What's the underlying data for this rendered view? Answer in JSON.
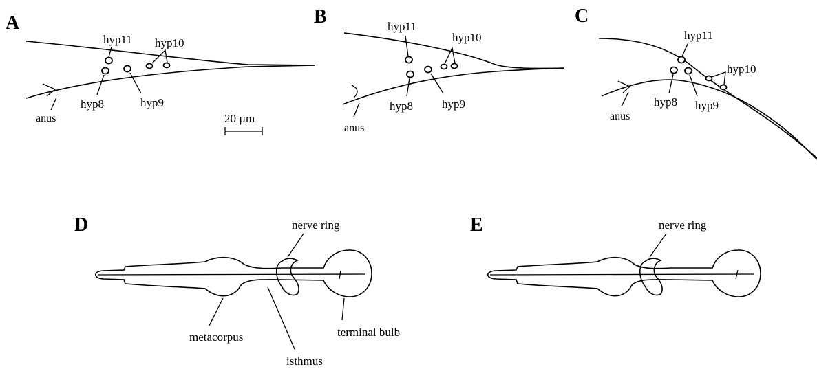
{
  "panels": {
    "A": {
      "letter": "A",
      "labels": {
        "hyp11": "hyp11",
        "hyp10": "hyp10",
        "hyp8": "hyp8",
        "hyp9": "hyp9",
        "anus": "anus"
      },
      "scale_bar": "20 µm"
    },
    "B": {
      "letter": "B",
      "labels": {
        "hyp11": "hyp11",
        "hyp10": "hyp10",
        "hyp8": "hyp8",
        "hyp9": "hyp9",
        "anus": "anus"
      }
    },
    "C": {
      "letter": "C",
      "labels": {
        "hyp11": "hyp11",
        "hyp10": "hyp10",
        "hyp8": "hyp8",
        "hyp9": "hyp9",
        "anus": "anus"
      }
    },
    "D": {
      "letter": "D",
      "labels": {
        "nerve_ring": "nerve ring",
        "metacorpus": "metacorpus",
        "terminal_bulb": "terminal bulb",
        "isthmus": "isthmus"
      }
    },
    "E": {
      "letter": "E",
      "labels": {
        "nerve_ring": "nerve ring"
      }
    }
  }
}
